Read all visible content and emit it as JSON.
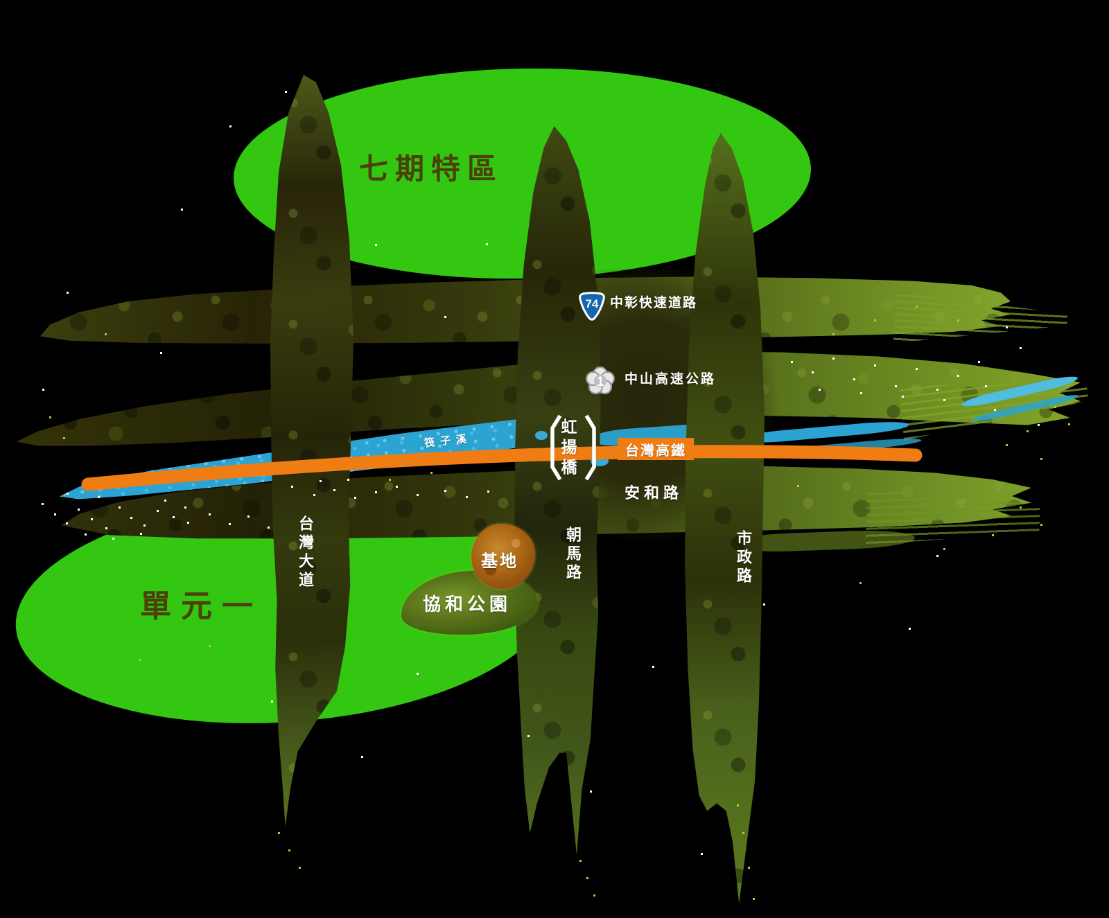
{
  "areas": {
    "qiqi_label": "七期特區",
    "danyuan_label": "單元一",
    "park_label": "協和公園",
    "site_label": "基地"
  },
  "roads": {
    "taiwan_blvd": "台灣大道",
    "chaoma_rd": "朝馬路",
    "shizheng_rd": "市政路",
    "anhe_rd": "安和路",
    "expwy_name": "中彰快速道路",
    "hwy_name": "中山高速公路"
  },
  "shields": {
    "expwy_74": "74",
    "hwy_1": "1"
  },
  "water": {
    "river_label": "筏子溪"
  },
  "rail": {
    "hsr_label": "台灣高鐵"
  },
  "bridge": {
    "hongyang_label": "虹揚橋"
  },
  "colors": {
    "background": "#000000",
    "district_green": "#34c711",
    "stroke_olive": "#3a3f0e",
    "river_blue": "#2ba4d3",
    "hsr_orange": "#f07c14",
    "site_brown": "#a96414",
    "shield74_blue": "#1566ae",
    "dark_label": "#4a4008"
  }
}
